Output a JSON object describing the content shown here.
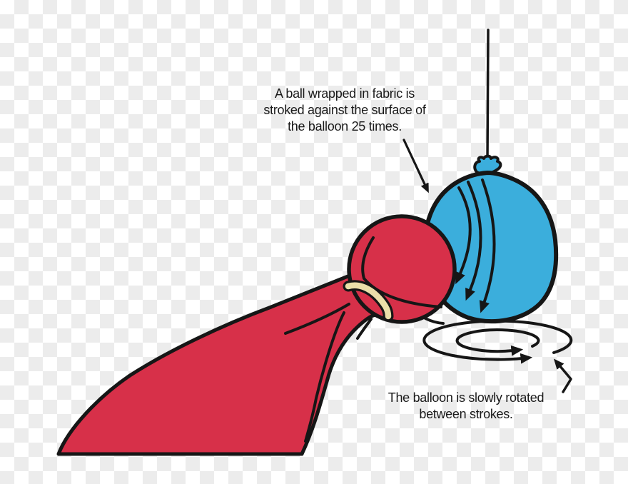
{
  "colors": {
    "fabric_red": "#d73049",
    "balloon_blue": "#3baedc",
    "tie_band_cream": "#eadfa9",
    "line_black": "#161616",
    "checker_light": "#ffffff",
    "checker_gray": "#ececec"
  },
  "annotations": {
    "wrap_note_line1": "A ball wrapped in fabric is",
    "wrap_note_line2": "stroked against the surface of",
    "wrap_note_line3": "the balloon 25 times.",
    "rotate_note_line1": "The balloon is slowly rotated",
    "rotate_note_line2": "between strokes."
  }
}
